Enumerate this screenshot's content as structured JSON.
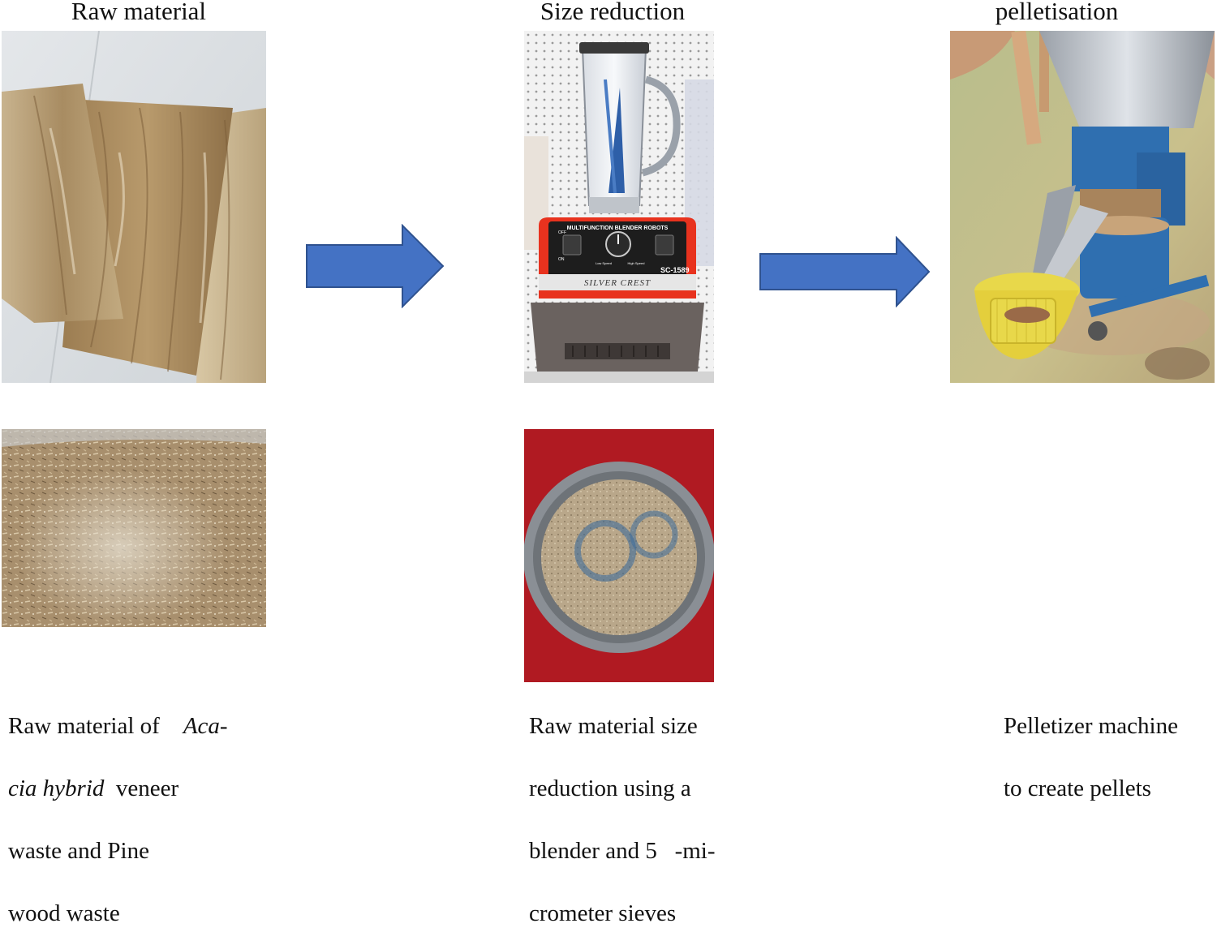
{
  "stages": [
    {
      "title": "Raw material"
    },
    {
      "title": "Size reduction"
    },
    {
      "title": "pelletisation"
    }
  ],
  "blender": {
    "brand": "SILVER CREST",
    "model": "SC-1589",
    "panel_label": "MULTIFUNCTION BLENDER ROBOTS",
    "switch_off": "OFF",
    "switch_on": "ON",
    "low_speed": "Low Speed",
    "high_speed": "High Speed"
  },
  "captions": {
    "raw": {
      "l1_a": "Raw material of",
      "l1_b": "Aca-",
      "l2_a": "cia hybrid",
      "l2_b": "veneer",
      "l3": "waste and Pine",
      "l4": "wood waste"
    },
    "size": {
      "l1": "Raw material size",
      "l2": "reduction using a",
      "l3": "blender and 5   -mi-",
      "l4": "crometer sieves"
    },
    "pellet": {
      "l1": "Pelletizer machine",
      "l2": "to create pellets"
    }
  },
  "colors": {
    "arrow_fill": "#4472C4",
    "arrow_stroke": "#2F528F",
    "blender_red": "#E8321E",
    "machine_blue": "#2F6FB0",
    "basket_yellow": "#E8D84A"
  }
}
